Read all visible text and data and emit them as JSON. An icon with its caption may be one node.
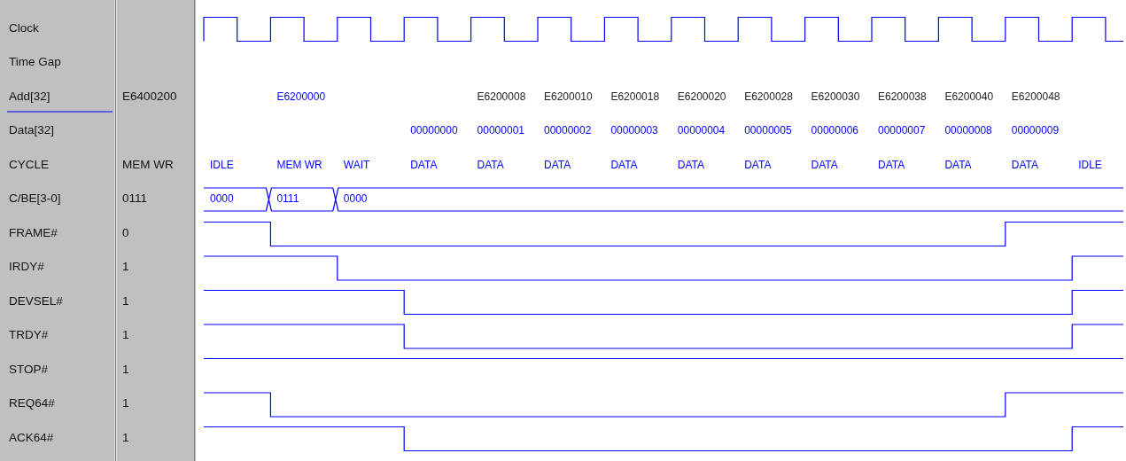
{
  "diagram": {
    "labels": [
      "Clock",
      "Time Gap",
      "Add[32]",
      "E6400200",
      "E6200000",
      "E6200008",
      "E6200010",
      "E6200018",
      "E6200020",
      "E6200028",
      "E6200030",
      "E6200038",
      "E6200040",
      "E6200048",
      "Data[32]",
      "00000000",
      "00000001",
      "00000002",
      "00000003",
      "00000004",
      "00000005",
      "00000006",
      "00000007",
      "00000008",
      "00000009",
      "CYCLE",
      "MEM WR",
      "IDLE",
      "MEM WR",
      "WAIT",
      "DATA",
      "DATA",
      "DATA",
      "DATA",
      "DATA",
      "DATA",
      "DATA",
      "DATA",
      "DATA",
      "DATA",
      "IDLE",
      "C/BE[3-0]",
      "0111",
      "0000",
      "0111",
      "0000",
      "FRAME#",
      "0",
      "IRDY#",
      "1",
      "DEVSEL#",
      "1",
      "TRDY#",
      "1",
      "STOP#",
      "1",
      "REQ64#",
      "1",
      "ACK64#",
      "1"
    ]
  }
}
